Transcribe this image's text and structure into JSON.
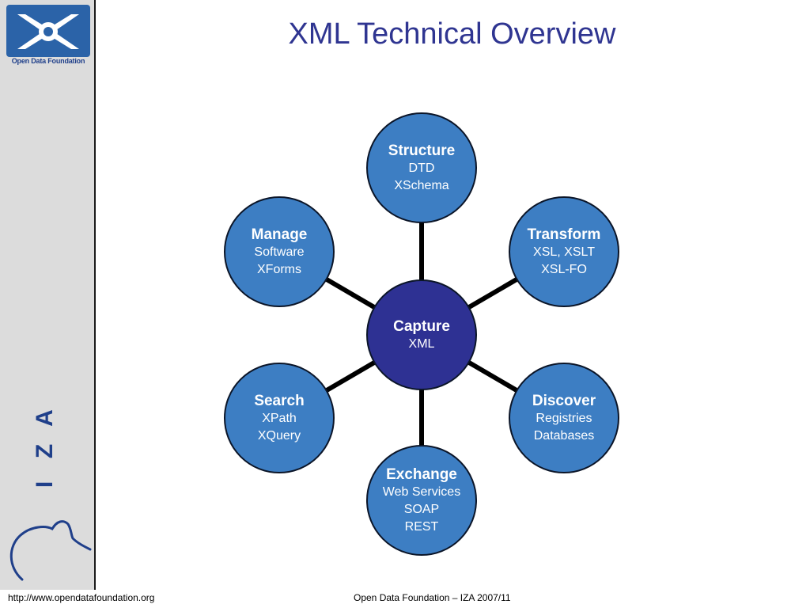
{
  "slide": {
    "title": "XML Technical Overview"
  },
  "sidebar": {
    "logo_text": "Open Data Foundation",
    "iza_letters": [
      "I",
      "Z",
      "A"
    ]
  },
  "diagram": {
    "center": {
      "title": "Capture",
      "lines": [
        "XML"
      ]
    },
    "nodes": [
      {
        "id": "structure",
        "title": "Structure",
        "lines": [
          "DTD",
          "XSchema"
        ]
      },
      {
        "id": "transform",
        "title": "Transform",
        "lines": [
          "XSL, XSLT",
          "XSL-FO"
        ]
      },
      {
        "id": "discover",
        "title": "Discover",
        "lines": [
          "Registries",
          "Databases"
        ]
      },
      {
        "id": "exchange",
        "title": "Exchange",
        "lines": [
          "Web Services",
          "SOAP",
          "REST"
        ]
      },
      {
        "id": "search",
        "title": "Search",
        "lines": [
          "XPath",
          "XQuery"
        ]
      },
      {
        "id": "manage",
        "title": "Manage",
        "lines": [
          "Software",
          "XForms"
        ]
      }
    ],
    "colors": {
      "center_fill": "#2e3193",
      "node_fill": "#3d7ec3",
      "connector": "#000000",
      "title": "#2f3591"
    }
  },
  "footer": {
    "url": "http://www.opendatafoundation.org",
    "credit": "Open Data Foundation – IZA 2007/11"
  }
}
